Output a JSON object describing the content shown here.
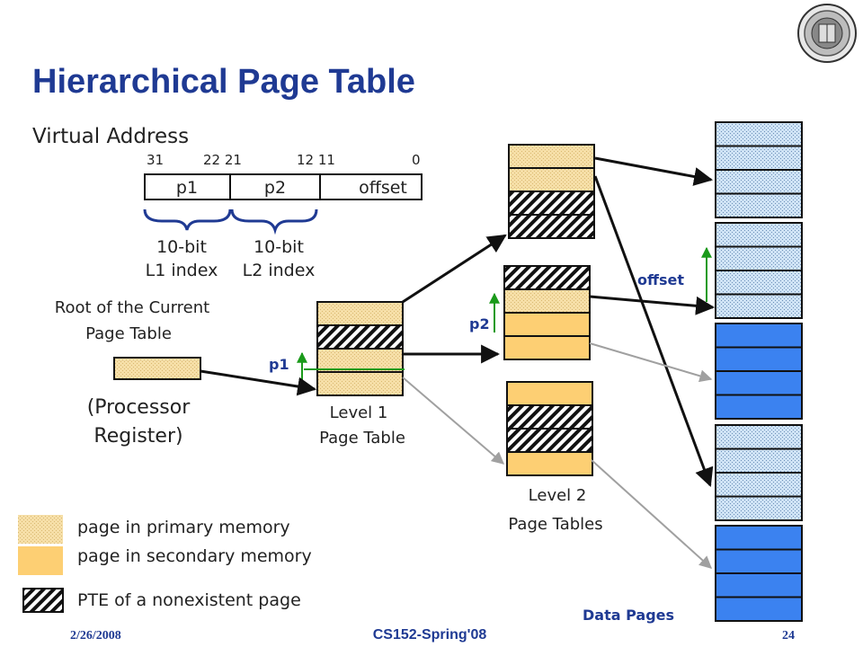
{
  "slide": {
    "title": "Hierarchical Page Table",
    "footer_date": "2/26/2008",
    "footer_course": "CS152-Spring'08",
    "footer_page": "24",
    "logo_icon": "university-seal-icon"
  },
  "virtual_address": {
    "label": "Virtual Address",
    "bit_labels": [
      "31",
      "22 21",
      "12 11",
      "0"
    ],
    "fields": [
      "p1",
      "p2",
      "offset"
    ],
    "brace_labels": [
      [
        "10-bit",
        "L1 index"
      ],
      [
        "10-bit",
        "L2 index"
      ]
    ]
  },
  "root": {
    "label_lines": [
      "Root of the Current",
      "Page Table"
    ],
    "register_lines": [
      "(Processor",
      "Register)"
    ]
  },
  "level1": {
    "caption_lines": [
      "Level 1",
      "Page Table"
    ],
    "index_label": "p1",
    "entries": [
      "primary",
      "nonexistent",
      "primary",
      "primary"
    ]
  },
  "level2": {
    "caption_lines": [
      "Level 2",
      "Page Tables"
    ],
    "index_label": "p2",
    "tables": [
      [
        "primary",
        "primary",
        "nonexistent",
        "nonexistent"
      ],
      [
        "nonexistent",
        "primary",
        "secondary",
        "secondary"
      ],
      [
        "secondary",
        "nonexistent",
        "nonexistent",
        "secondary"
      ]
    ]
  },
  "data_pages": {
    "label": "Data Pages",
    "offset_label": "offset",
    "pages": [
      "primary",
      "primary",
      "secondary",
      "primary",
      "secondary"
    ]
  },
  "legend": {
    "items": [
      {
        "kind": "primary",
        "label": "page in primary memory"
      },
      {
        "kind": "secondary",
        "label": "page in secondary memory"
      },
      {
        "kind": "nonexistent",
        "label": "PTE of a nonexistent page"
      }
    ]
  },
  "colors": {
    "title": "#1f3a93",
    "primary_fill": "#f6dfa8",
    "secondary_fill": "#fdcf73",
    "data_primary_fill": "#cfe3f5",
    "data_secondary_fill": "#3b82f0",
    "index_arrow": "#1a9a1a",
    "secondary_arrow": "#a0a0a0",
    "footer_course": "#1f3a93"
  }
}
